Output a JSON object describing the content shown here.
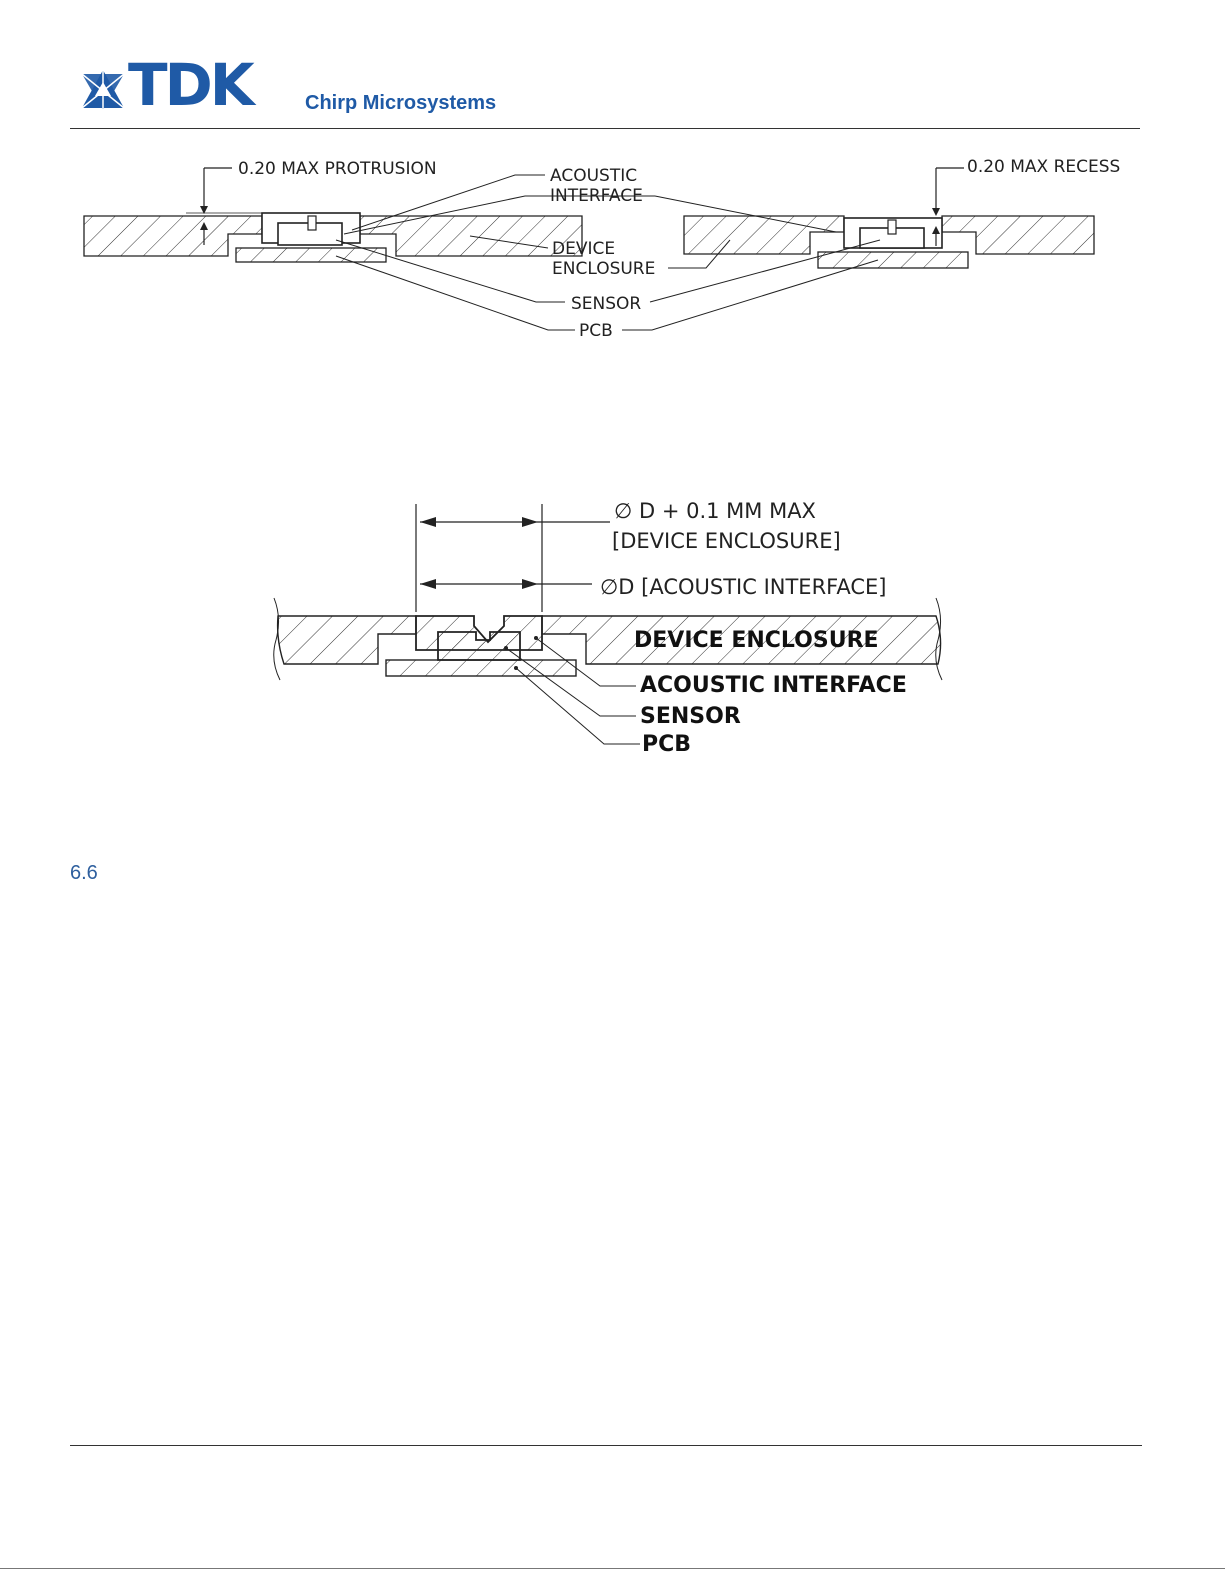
{
  "header": {
    "logo_icon": "tdk-star-logo-icon",
    "brand": "TDK",
    "subtitle": "Chirp Microsystems",
    "brand_color": "#1f5aa6"
  },
  "figure1": {
    "label_protrusion": "0.20 MAX PROTRUSION",
    "label_recess": "0.20 MAX RECESS",
    "label_acoustic_line1": "ACOUSTIC",
    "label_acoustic_line2": "INTERFACE",
    "label_device_line1": "DEVICE",
    "label_device_line2": "ENCLOSURE",
    "label_sensor": "SENSOR",
    "label_pcb": "PCB"
  },
  "figure2": {
    "dim_outer_line1": "∅ D + 0.1 MM MAX",
    "dim_outer_line2": "[DEVICE ENCLOSURE]",
    "dim_inner": "∅D [ACOUSTIC INTERFACE]",
    "label_device_enclosure": "DEVICE ENCLOSURE",
    "label_acoustic_interface": "ACOUSTIC INTERFACE",
    "label_sensor": "SENSOR",
    "label_pcb": "PCB"
  },
  "section": {
    "number": "6.6",
    "color": "#2e5f9e"
  }
}
